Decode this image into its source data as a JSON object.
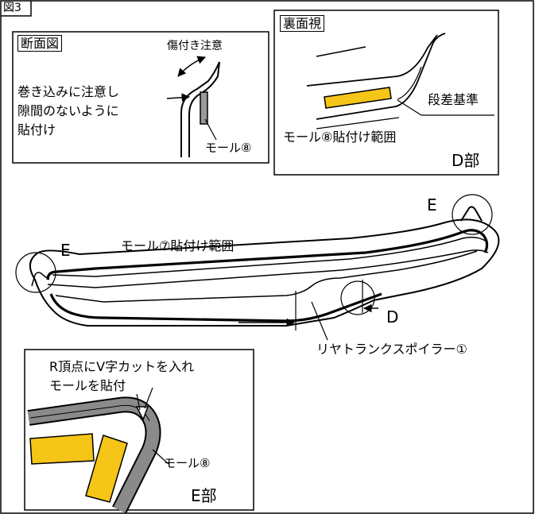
{
  "figure": {
    "label": "図3"
  },
  "section_view": {
    "title": "断面図",
    "scratch_caution": "傷付き注意",
    "instruction_line1": "巻き込みに注意し",
    "instruction_line2": "隙間のないように",
    "instruction_line3": "貼付け",
    "molding_label": "モール⑧"
  },
  "back_view": {
    "title": "裏面視",
    "step_reference": "段差基準",
    "apply_range": "モール⑧貼付け範囲",
    "part_label": "D部"
  },
  "main_view": {
    "range_label": "モール⑦貼付け範囲",
    "detail_e_left": "E",
    "detail_e_right": "E",
    "detail_d": "D",
    "spoiler_label": "リヤトランクスポイラー①"
  },
  "e_detail": {
    "instruction_line1": "R頂点にV字カットを入れ",
    "instruction_line2": "モールを貼付",
    "molding_label": "モール⑧",
    "part_label": "E部"
  },
  "colors": {
    "tape_yellow": "#F5C518",
    "molding_gray": "#8a8a8a"
  }
}
